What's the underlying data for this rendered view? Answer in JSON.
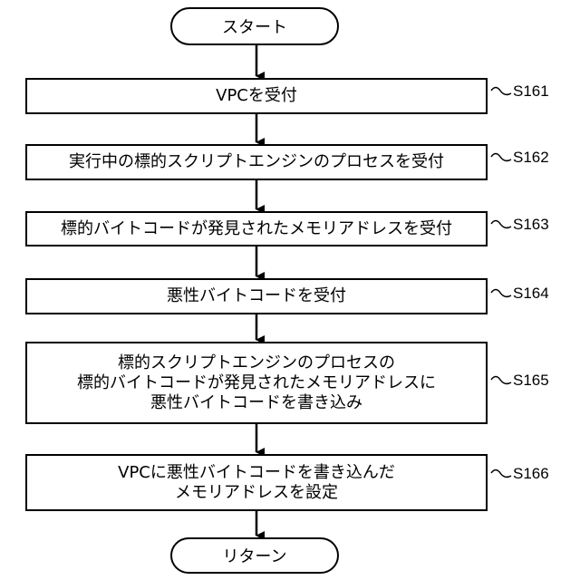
{
  "start_label": "スタート",
  "end_label": "リターン",
  "steps": [
    {
      "id": "S161",
      "text": "VPCを受付"
    },
    {
      "id": "S162",
      "text": "実行中の標的スクリプトエンジンのプロセスを受付"
    },
    {
      "id": "S163",
      "text": "標的バイトコードが発見されたメモリアドレスを受付"
    },
    {
      "id": "S164",
      "text": "悪性バイトコードを受付"
    },
    {
      "id": "S165",
      "text": "標的スクリプトエンジンのプロセスの\n標的バイトコードが発見されたメモリアドレスに\n悪性バイトコードを書き込み"
    },
    {
      "id": "S166",
      "text": "VPCに悪性バイトコードを書き込んだ\nメモリアドレスを設定"
    }
  ]
}
